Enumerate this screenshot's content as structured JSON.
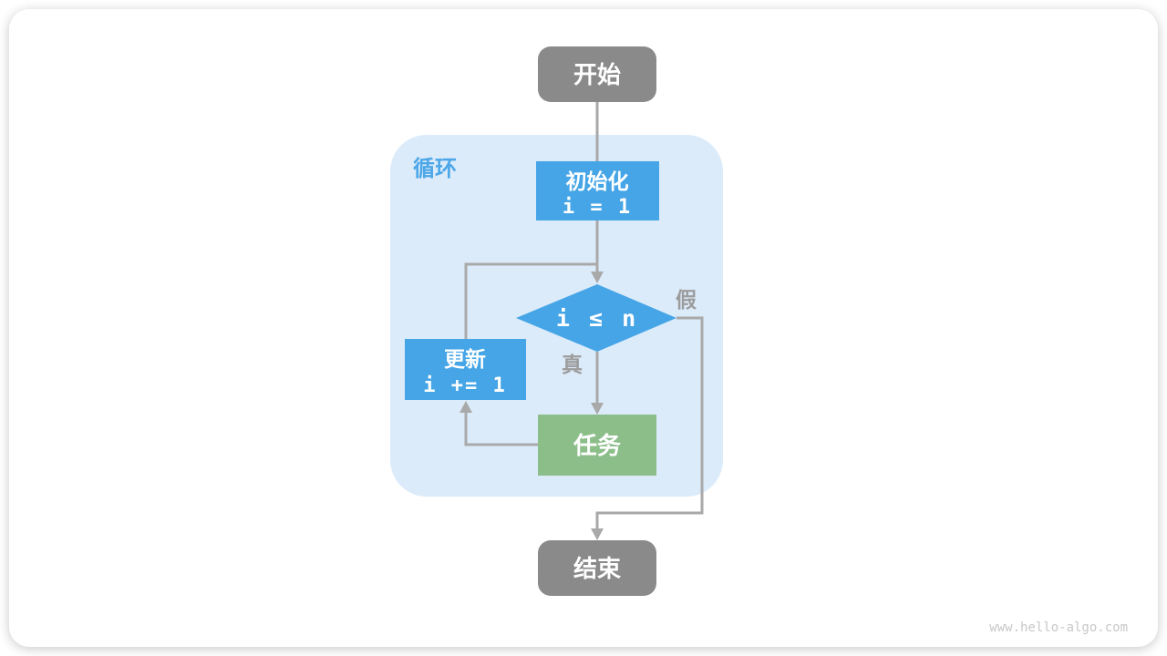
{
  "diagram": {
    "loop_container_label": "循环",
    "nodes": {
      "start": "开始",
      "init_title": "初始化",
      "init_code": "i = 1",
      "condition": "i ≤ n",
      "update_title": "更新",
      "update_code": "i += 1",
      "task": "任务",
      "end": "结束"
    },
    "edge_labels": {
      "true": "真",
      "false": "假"
    }
  },
  "watermark": "www.hello-algo.com",
  "colors": {
    "node_blue": "#45A5E6",
    "node_green": "#8CBE8A",
    "node_gray": "#8A8A8A",
    "container_fill": "#DCEBFA",
    "loop_label": "#4CA7E8",
    "arrow": "#A9A9A9",
    "edge_label": "#9C9C9C",
    "watermark": "#C8C8C8"
  }
}
